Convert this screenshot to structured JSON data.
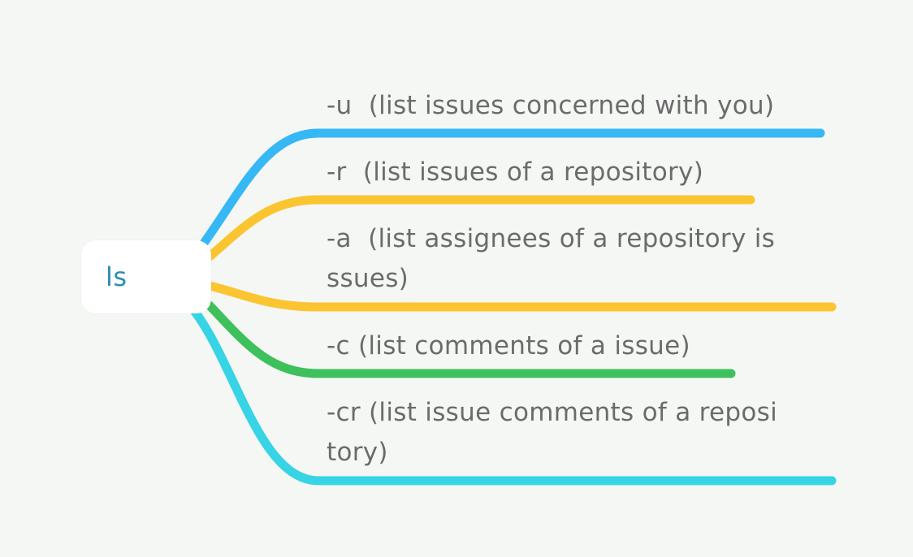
{
  "root": {
    "label": "ls"
  },
  "branches": [
    {
      "text": "-u  (list issues concerned with you)",
      "color": "#36b8f5"
    },
    {
      "text": "-r  (list issues of a repository)",
      "color": "#fbc531"
    },
    {
      "text": "-a  (list assignees of a repository is\nssues)",
      "color": "#fbc531"
    },
    {
      "text": "-c (list comments of a issue)",
      "color": "#3ec15d"
    },
    {
      "text": "-cr (list issue comments of a reposi\ntory)",
      "color": "#36d4e4"
    }
  ]
}
